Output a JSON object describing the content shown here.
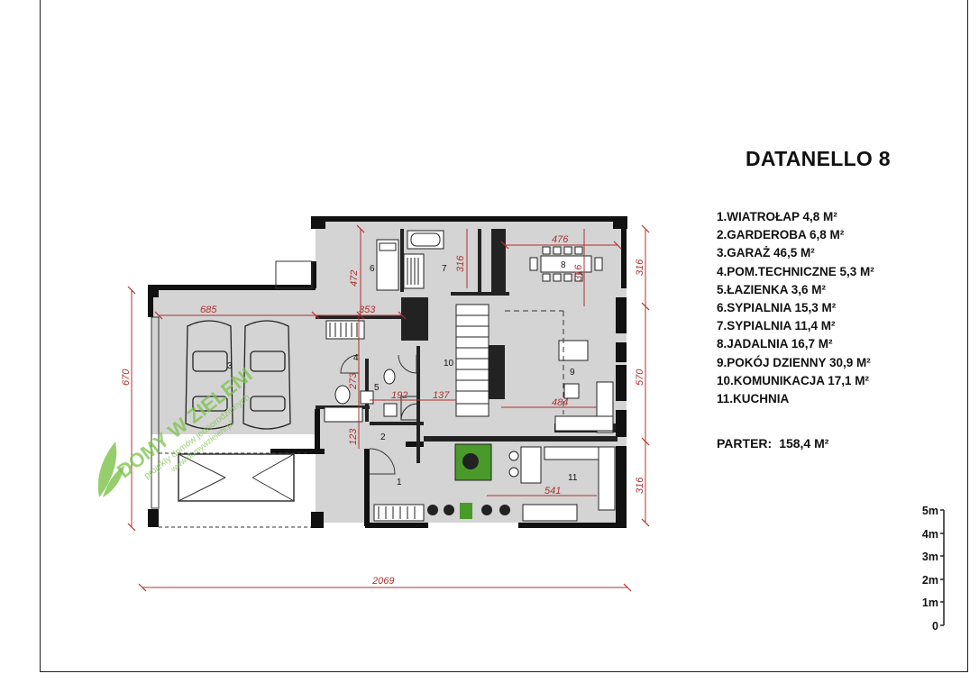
{
  "title": "DATANELLO 8",
  "rooms": [
    "1.WIATROŁAP 4,8  M²",
    "2.GARDEROBA 6,8 M²",
    "3.GARAŻ 46,5 M²",
    "4.POM.TECHNICZNE 5,3 M²",
    "5.ŁAZIENKA 3,6 M²",
    "6.SYPIALNIA  15,3 M²",
    "7.SYPIALNIA  11,4 M²",
    "8.JADALNIA  16,7 M²",
    "9.POKÓJ DZIENNY  30,9 M²",
    "10.KOMUNIKACJA 17,1 M²",
    "11.KUCHNIA"
  ],
  "total": {
    "label": "PARTER:",
    "value": "158,4 M²"
  },
  "scale_labels": [
    "5m",
    "4m",
    "3m",
    "2m",
    "1m",
    "0"
  ],
  "room_numbers": [
    "1",
    "2",
    "3",
    "4",
    "5",
    "6",
    "7",
    "8",
    "9",
    "10",
    "11"
  ],
  "dimensions": {
    "d685": "685",
    "d353": "353",
    "d472": "472",
    "d316a": "316",
    "d476": "476",
    "d316b": "316",
    "d316c": "316",
    "d570": "570",
    "d316d": "316",
    "d670": "670",
    "d273": "273",
    "d123": "123",
    "d192": "192",
    "d137": "137",
    "d484": "484",
    "d541": "541",
    "d2069": "2069"
  },
  "watermark": {
    "brand": "DOMY W ZIELENI",
    "line2": "projekty domów jednorodzinnych",
    "url": "www.domywzieleni.pl"
  },
  "colors": {
    "wall": "#111111",
    "floor": "#d4d4d4",
    "dimension": "#b03030",
    "plant": "#4a9a2a",
    "watermark": "#7cc24a"
  }
}
